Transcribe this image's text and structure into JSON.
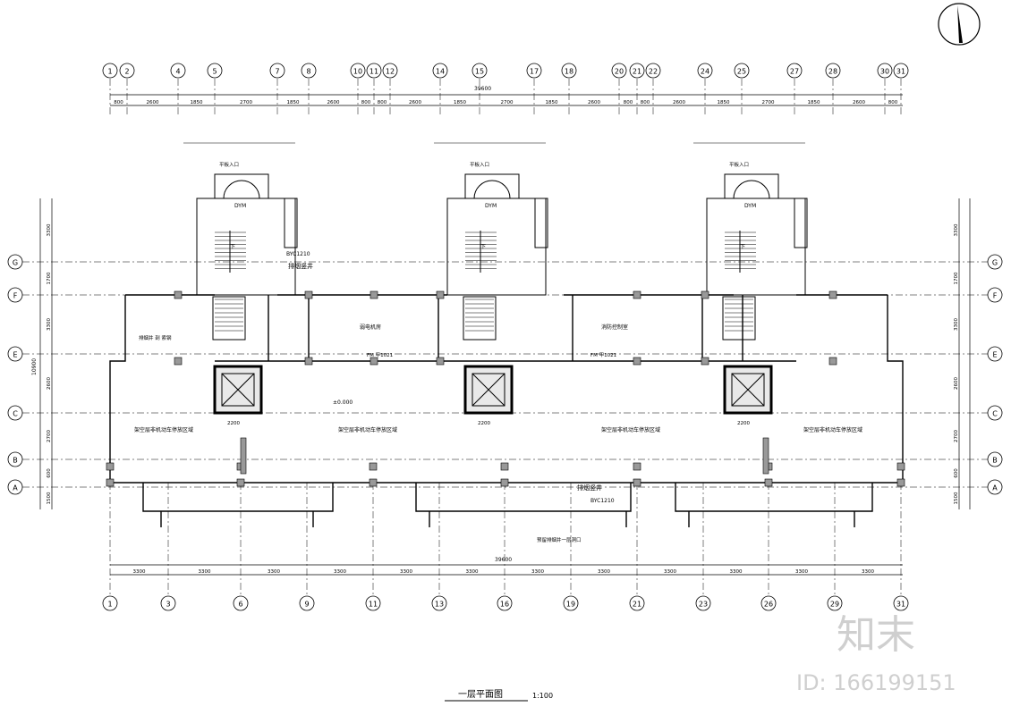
{
  "drawing": {
    "title": "一层平面图",
    "scale": "1:100",
    "total_dimension": "39600",
    "north_arrow": "north-arrow-icon"
  },
  "watermark": {
    "logo": "知末",
    "id_text": "ID: 166199151"
  },
  "axes": {
    "top_columns": [
      "1",
      "2",
      "4",
      "5",
      "7",
      "8",
      "10",
      "11",
      "12",
      "14",
      "15",
      "17",
      "18",
      "20",
      "21",
      "22",
      "24",
      "25",
      "27",
      "28",
      "30",
      "31"
    ],
    "bottom_columns": [
      "1",
      "3",
      "6",
      "9",
      "11",
      "13",
      "16",
      "19",
      "21",
      "23",
      "26",
      "29",
      "31"
    ],
    "rows": [
      "G",
      "F",
      "E",
      "C",
      "B",
      "A"
    ]
  },
  "dimensions": {
    "top_segments": [
      "800",
      "2600",
      "1850",
      "2700",
      "1850",
      "2600",
      "800",
      "800",
      "2600",
      "1850",
      "2700",
      "1850",
      "2600",
      "800",
      "800",
      "2600",
      "1850",
      "2700",
      "1850",
      "2600",
      "800"
    ],
    "bottom_segments": [
      "3300",
      "3300",
      "3300",
      "3300",
      "3300",
      "3300",
      "3300",
      "3300",
      "3300",
      "3300",
      "3300",
      "3300"
    ],
    "right_rows": [
      "3300",
      "1700",
      "3300",
      "2600",
      "2700",
      "600",
      "1500"
    ],
    "left_total": "10900"
  },
  "labels": {
    "entrance": "平板入口",
    "door_dym": "DYM",
    "stairs_down": "下",
    "exhaust_shaft": "排烟竖井",
    "equipment_room": "弱电机房",
    "control_room": "消防控制室",
    "parking": "架空层非机动车停放区域",
    "parking_side": "架空层非机动车停放区域",
    "level_mark": "±0.000",
    "shaft_code": "BYC1210",
    "elevator_width": "2200",
    "fire_door_fm": "FM 甲1021",
    "wall_note": "排烟井 剖 索钢",
    "note_pipe": "预留排烟井一层洞口"
  }
}
